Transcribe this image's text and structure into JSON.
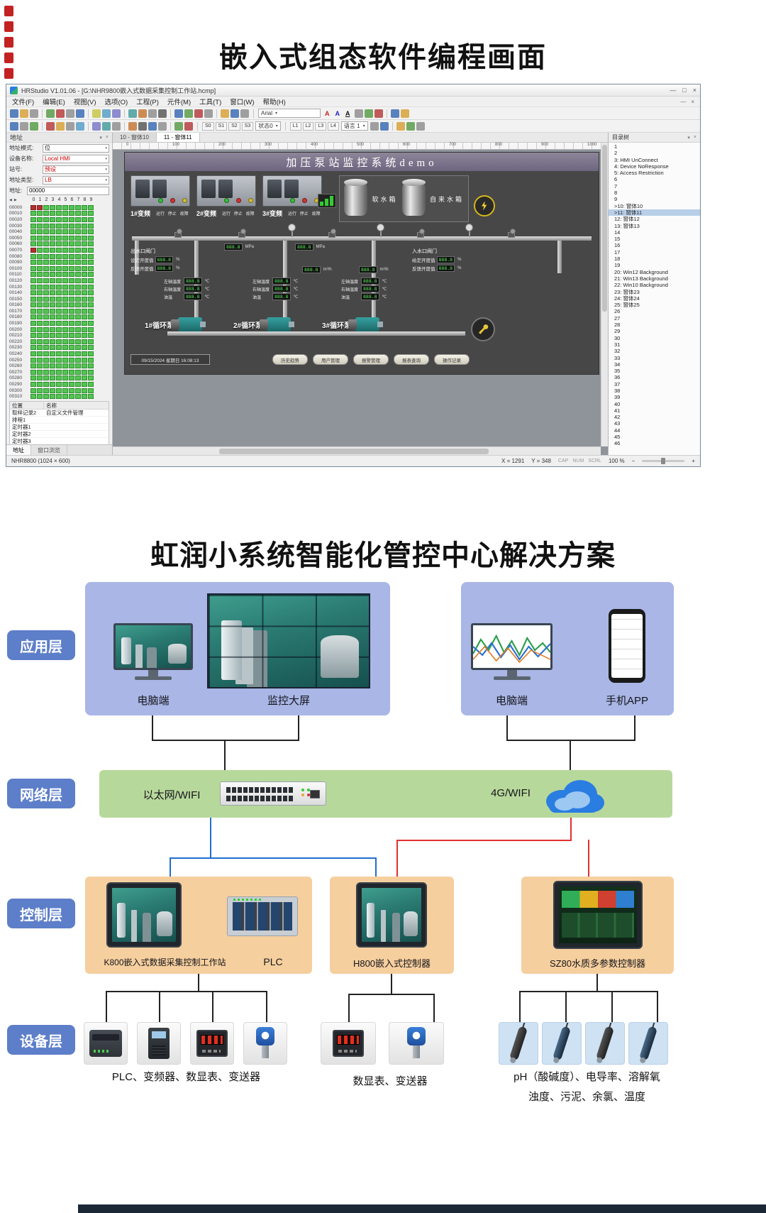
{
  "banner": {
    "title": "嵌入式组态软件编程画面"
  },
  "studio": {
    "window_title": "HRStudio V1.01.06 - [G:\\NHR9800嵌入式数据采集控制工作站.hcmp]",
    "menus": [
      "文件(F)",
      "编辑(E)",
      "视图(V)",
      "选项(O)",
      "工程(P)",
      "元件(M)",
      "工具(T)",
      "窗口(W)",
      "帮助(H)"
    ],
    "toolbar": {
      "font_select": "Arial",
      "font_buttons": [
        "A",
        "A",
        "A"
      ],
      "state_buttons": [
        "S0",
        "S1",
        "S2",
        "S3"
      ],
      "state_select": "状态0",
      "layer_buttons": [
        "L1",
        "L2",
        "L3",
        "L4"
      ],
      "language_select": "语言 1"
    },
    "left_panel": {
      "title": "地址",
      "fields": [
        {
          "label": "地址模式:",
          "value": "位"
        },
        {
          "label": "设备名称:",
          "value": "Local HMI"
        },
        {
          "label": "站号:",
          "value": "预设"
        },
        {
          "label": "地址类型:",
          "value": "LB"
        }
      ],
      "address_label": "地址:",
      "address_value": "00000",
      "col_headers": [
        "0",
        "1",
        "2",
        "3",
        "4",
        "5",
        "6",
        "7",
        "8",
        "9"
      ],
      "row_labels": [
        "00000",
        "00010",
        "00020",
        "00030",
        "00040",
        "00050",
        "00060",
        "00070",
        "00080",
        "00090",
        "00100",
        "00110",
        "00120",
        "00130",
        "00140",
        "00150",
        "00160",
        "00170",
        "00180",
        "00190",
        "00200",
        "00210",
        "00220",
        "00230",
        "00240",
        "00250",
        "00260",
        "00270",
        "00280",
        "00290",
        "00300",
        "00310"
      ],
      "red_cells": [
        [
          0,
          0
        ],
        [
          0,
          1
        ],
        [
          7,
          0
        ]
      ],
      "list_headers": [
        "位置",
        "名称"
      ],
      "list_rows": [
        {
          "pos": "取样记录2",
          "name": "自定义文件管理"
        },
        {
          "pos": "排程1",
          "name": ""
        },
        {
          "pos": "定时器1",
          "name": ""
        },
        {
          "pos": "定时器2",
          "name": ""
        },
        {
          "pos": "定时器3",
          "name": ""
        }
      ],
      "tabs": [
        "地址",
        "窗口浏览"
      ]
    },
    "canvas": {
      "tabs": [
        "10 - 窗体10",
        "11 - 窗体11"
      ],
      "active_tab": 1,
      "ruler_labels": [
        "0",
        "100",
        "200",
        "300",
        "400",
        "500",
        "600",
        "700",
        "800",
        "900",
        "1000"
      ],
      "hmi": {
        "title": "加压泵站监控系统demo",
        "vfds": [
          {
            "name": "1#变频",
            "lights": [
              "运行",
              "停止",
              "故障"
            ]
          },
          {
            "name": "2#变频",
            "lights": [
              "运行",
              "停止",
              "故障"
            ]
          },
          {
            "name": "3#变频",
            "lights": [
              "运行",
              "停止",
              "故障"
            ]
          }
        ],
        "tanks": [
          "软水箱",
          "自来水箱"
        ],
        "valve_left_title": "出水口阀门",
        "valve_right_title": "入水口阀门",
        "valve_rows": [
          "设定开度值",
          "反馈开度值"
        ],
        "valve_rows_right": [
          "给定开度值",
          "反馈开度值"
        ],
        "pump_param_rows": [
          "左轴温度",
          "右轴温度",
          "油温"
        ],
        "readout_value": "888.8",
        "units": {
          "pressure": "MPa",
          "flow": "m³/h",
          "temp": "℃",
          "percent": "%"
        },
        "pumps": [
          "1#循环泵",
          "2#循环泵",
          "3#循环泵"
        ],
        "datetime": "09/15/2024  星期日  16:08:13",
        "buttons": [
          "历史趋势",
          "用户管理",
          "报警管理",
          "报表查询",
          "操作记录"
        ]
      }
    },
    "right_panel": {
      "title": "目录树",
      "items": [
        "1",
        "2",
        "3:  HMI UnConnect",
        "4:  Device NoResponse",
        "5:  Access Restriction",
        "6",
        "7",
        "8",
        "9",
        ">10:  窗体10",
        ">11:  窗体11",
        "12:  窗体12",
        "13:  窗体13",
        "14",
        "15",
        "16",
        "17",
        "18",
        "19",
        "20:  Win12 Background",
        "21:  Win13 Background",
        "22:  Win10 Background",
        "23:  窗体23",
        "24:  窗体24",
        "25:  窗体25",
        "26",
        "27",
        "28",
        "29",
        "30",
        "31",
        "32",
        "33",
        "34",
        "35",
        "36",
        "37",
        "38",
        "39",
        "40",
        "41",
        "42",
        "43",
        "44",
        "45",
        "46"
      ],
      "selected_index": 10
    },
    "statusbar": {
      "device": "NHR8800 (1024 × 600)",
      "x": "X = 1291",
      "y": "Y = 348",
      "flags": [
        "CAP",
        "NUM",
        "SCRL"
      ],
      "zoom": "100 %"
    }
  },
  "solution": {
    "title": "虹润小系统智能化管控中心解决方案",
    "layer_labels": [
      "应用层",
      "网络层",
      "控制层",
      "设备层"
    ],
    "app_layer": {
      "box1_items": [
        "电脑端",
        "监控大屏"
      ],
      "box2_items": [
        "电脑端",
        "手机APP"
      ]
    },
    "network_layer": {
      "left": "以太网/WIFI",
      "right": "4G/WIFI"
    },
    "control_layer": [
      {
        "labels": [
          "K800嵌入式数据采集控制工作站",
          "PLC"
        ]
      },
      {
        "labels": [
          "H800嵌入式控制器"
        ]
      },
      {
        "labels": [
          "SZ80水质多参数控制器"
        ]
      }
    ],
    "device_layer": [
      {
        "caption": "PLC、变频器、数显表、变送器",
        "devices": [
          "plc-image",
          "vfd-image",
          "digital-meter-image",
          "transmitter-image"
        ]
      },
      {
        "caption": "数显表、变送器",
        "devices": [
          "digital-meter-image",
          "transmitter-image"
        ]
      },
      {
        "caption": "pH（酸碱度）、电导率、溶解氧",
        "caption2": "浊度、污泥、余氯、温度",
        "devices": [
          "ph-sensor-image",
          "conductivity-sensor-image",
          "dissolved-oxygen-sensor-image",
          "turbidity-sensor-image"
        ]
      }
    ],
    "colors": {
      "layer_label_bg": "#5d7ec9",
      "app_box_bg": "#a9b6e6",
      "network_bg": "#b7d89b",
      "control_bg": "#f6cf9e",
      "line_black": "#222222",
      "line_blue": "#1f6fd0",
      "line_red": "#e03030"
    }
  }
}
